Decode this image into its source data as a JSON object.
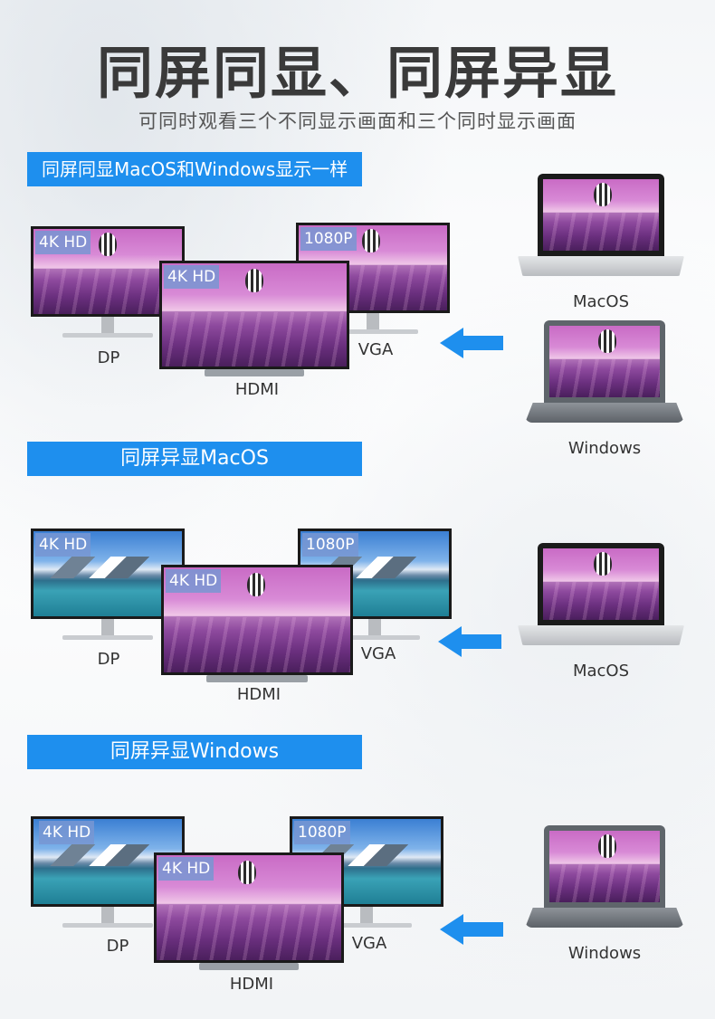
{
  "header": {
    "title": "同屏同显、同屏异显",
    "subtitle": "可同时观看三个不同显示画面和三个同时显示画面"
  },
  "sections": [
    {
      "banner": "同屏同显MacOS和Windows显示一样",
      "monitors": {
        "dp": {
          "res": "4K HD",
          "label": "DP"
        },
        "hdmi": {
          "res": "4K HD",
          "label": "HDMI"
        },
        "vga": {
          "res": "1080P",
          "label": "VGA"
        }
      },
      "laptops": [
        "MacOS",
        "Windows"
      ]
    },
    {
      "banner": "同屏异显MacOS",
      "monitors": {
        "dp": {
          "res": "4K HD",
          "label": "DP"
        },
        "hdmi": {
          "res": "4K HD",
          "label": "HDMI"
        },
        "vga": {
          "res": "1080P",
          "label": "VGA"
        }
      },
      "laptops": [
        "MacOS"
      ]
    },
    {
      "banner": "同屏异显Windows",
      "monitors": {
        "dp": {
          "res": "4K HD",
          "label": "DP"
        },
        "hdmi": {
          "res": "4K HD",
          "label": "HDMI"
        },
        "vga": {
          "res": "1080P",
          "label": "VGA"
        }
      },
      "laptops": [
        "Windows"
      ]
    }
  ],
  "icons": [
    "left-arrow-icon",
    "balloon-icon"
  ],
  "colors": {
    "banner": "#1e8fee",
    "arrow": "#1e8fee"
  }
}
